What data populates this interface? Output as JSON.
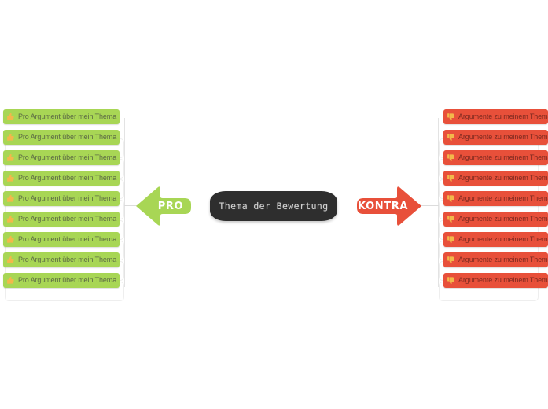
{
  "diagram": {
    "type": "mindmap",
    "central_node": {
      "label": "Thema der Bewertung",
      "color": "#2e2e2e",
      "text_color": "#d2d2d2"
    },
    "branches": [
      {
        "side": "left",
        "arrow_label": "PRO",
        "arrow_color": "#a8d655",
        "arrow_direction": "left",
        "node_color": "#a8d655",
        "icon": "thumbs-up-icon",
        "items": [
          {
            "label": "Pro Argument über mein Thema"
          },
          {
            "label": "Pro Argument über mein Thema"
          },
          {
            "label": "Pro Argument über mein Thema"
          },
          {
            "label": "Pro Argument über mein Thema"
          },
          {
            "label": "Pro Argument über mein Thema"
          },
          {
            "label": "Pro Argument über mein Thema"
          },
          {
            "label": "Pro Argument über mein Thema"
          },
          {
            "label": "Pro Argument über mein Thema"
          },
          {
            "label": "Pro Argument über mein Thema"
          }
        ]
      },
      {
        "side": "right",
        "arrow_label": "KONTRA",
        "arrow_color": "#e8503a",
        "arrow_direction": "right",
        "node_color": "#e8503a",
        "icon": "thumbs-down-icon",
        "items": [
          {
            "label": "Argumente zu meinem Thema"
          },
          {
            "label": "Argumente zu meinem Thema"
          },
          {
            "label": "Argumente zu meinem Thema"
          },
          {
            "label": "Argumente zu meinem Thema"
          },
          {
            "label": "Argumente zu meinem Thema"
          },
          {
            "label": "Argumente zu meinem Thema"
          },
          {
            "label": "Argumente zu meinem Thema"
          },
          {
            "label": "Argumente zu meinem Thema"
          },
          {
            "label": "Argumente zu meinem Thema"
          }
        ]
      }
    ],
    "colors": {
      "background": "#ffffff",
      "pro_green": "#a8d655",
      "contra_red": "#e8503a",
      "icon_orange": "#f2b84b",
      "connector_gray": "#dcdcdc",
      "frame_gray": "#eeeeee"
    }
  }
}
